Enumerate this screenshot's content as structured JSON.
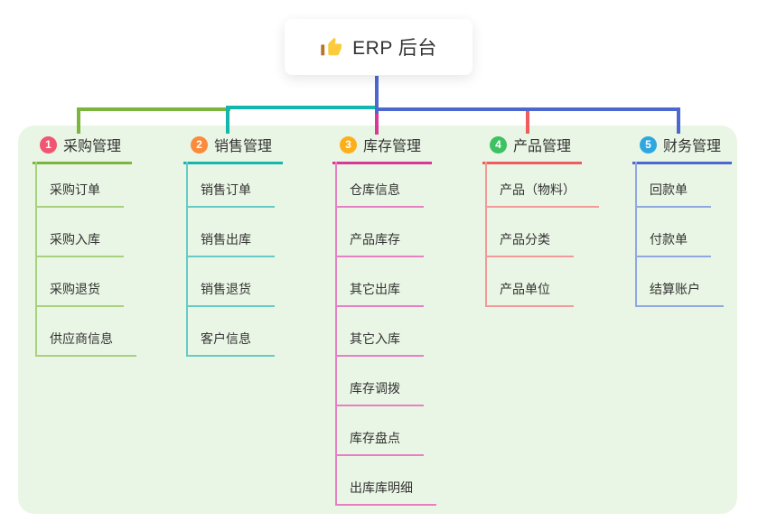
{
  "root": {
    "title": "ERP 后台",
    "icon": "thumbs-up-icon",
    "connector_color": "#4C68D0"
  },
  "panel": {
    "background": "#EAF6E5"
  },
  "branches": [
    {
      "index": "1",
      "title": "采购管理",
      "badge_color": "#F25572",
      "line_color": "#7CB53E",
      "child_line_color": "#A9D07F",
      "children": [
        "采购订单",
        "采购入库",
        "采购退货",
        "供应商信息"
      ]
    },
    {
      "index": "2",
      "title": "销售管理",
      "badge_color": "#FB8B3C",
      "line_color": "#14B7AE",
      "child_line_color": "#66CBC5",
      "children": [
        "销售订单",
        "销售出库",
        "销售退货",
        "客户信息"
      ]
    },
    {
      "index": "3",
      "title": "库存管理",
      "badge_color": "#FCAF1B",
      "line_color": "#D93898",
      "child_line_color": "#E77FC4",
      "children": [
        "仓库信息",
        "产品库存",
        "其它出库",
        "其它入库",
        "库存调拨",
        "库存盘点",
        "出库库明细"
      ]
    },
    {
      "index": "4",
      "title": "产品管理",
      "badge_color": "#3EC162",
      "line_color": "#F05C5E",
      "child_line_color": "#F29A9A",
      "children": [
        "产品（物料）",
        "产品分类",
        "产品单位"
      ]
    },
    {
      "index": "5",
      "title": "财务管理",
      "badge_color": "#2EA7E0",
      "line_color": "#4C68D0",
      "child_line_color": "#90A8E0",
      "children": [
        "回款单",
        "付款单",
        "结算账户"
      ]
    }
  ]
}
